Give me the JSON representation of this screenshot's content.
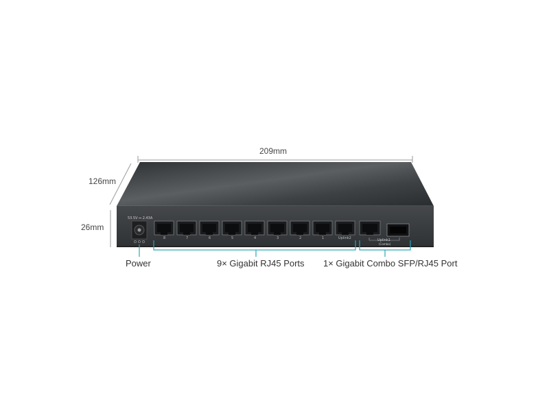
{
  "dimensions": {
    "width": "209mm",
    "depth": "126mm",
    "height": "26mm"
  },
  "callouts": {
    "power": "Power",
    "rj45": "9× Gigabit RJ45 Ports",
    "combo": "1× Gigabit Combo SFP/RJ45 Port"
  },
  "power_jack_label": "53.5V ⎓ 2.43A",
  "ports": [
    "8",
    "7",
    "6",
    "5",
    "4",
    "3",
    "2",
    "1",
    "Uplink2"
  ],
  "uplink1_label": "Uplink1",
  "uplink1_sublabel": "(Combo)",
  "colors": {
    "callout_line": "#2aa6b8",
    "dimension_line": "#9a9a9a",
    "case_front": "#3a3d40",
    "case_top": "#4a4d50"
  }
}
